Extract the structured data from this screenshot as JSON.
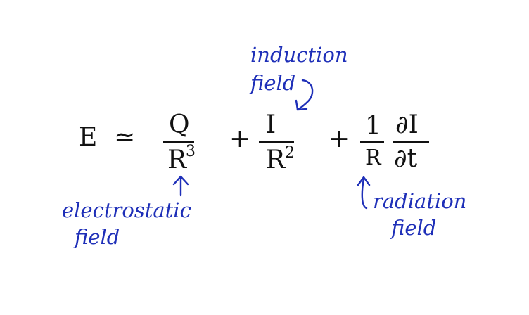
{
  "equation": {
    "lhs": "E",
    "approx_symbol": "≃",
    "term1": {
      "numerator": "Q",
      "denominator_base": "R",
      "denominator_exp": "3"
    },
    "plus1": "+",
    "term2": {
      "numerator": "I",
      "denominator_base": "R",
      "denominator_exp": "2"
    },
    "plus2": "+",
    "term3": {
      "coef_numerator": "1",
      "coef_denominator": "R",
      "deriv_numerator": "∂I",
      "deriv_denominator": "∂t"
    }
  },
  "annotations": {
    "induction": {
      "line1": "induction",
      "line2": "field"
    },
    "electrostatic": {
      "line1": "electrostatic",
      "line2": "field"
    },
    "radiation": {
      "line1": "radiation",
      "line2": "field"
    }
  },
  "colors": {
    "equation_ink": "#111111",
    "annotation_ink": "#1e2fb8",
    "background": "#ffffff"
  }
}
